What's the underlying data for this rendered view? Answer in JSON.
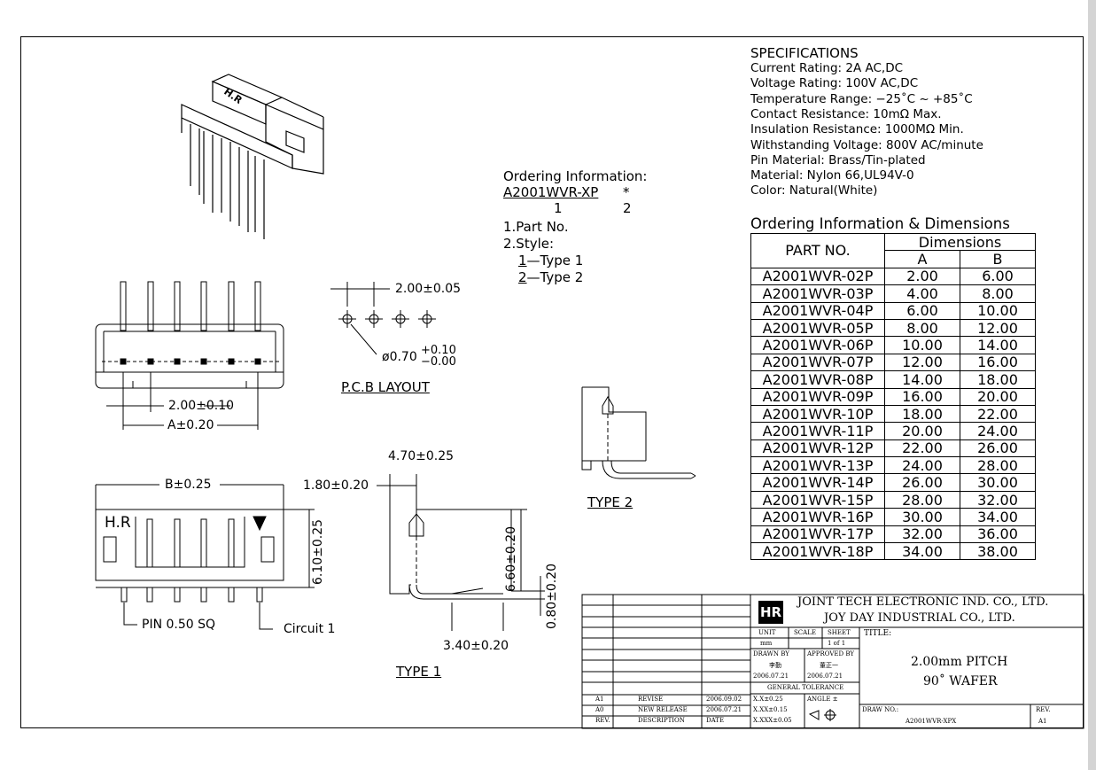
{
  "specs": {
    "title": "SPECIFICATIONS",
    "lines": [
      "Current Rating: 2A AC,DC",
      "Voltage Rating: 100V AC,DC",
      "Temperature Range: −25˚C ~ +85˚C",
      "Contact Resistance: 10mΩ Max.",
      "Insulation Resistance: 1000MΩ Min.",
      "Withstanding Voltage: 800V AC/minute",
      "Pin Material: Brass/Tin-plated",
      "Material: Nylon 66,UL94V-0",
      "Color: Natural(White)"
    ]
  },
  "ordering": {
    "title": "Ordering Information:",
    "code": "A2001WVR-XP",
    "star": "*",
    "n1": "1",
    "n2": "2",
    "l1": "1.Part No.",
    "l2": "2.Style:",
    "s1n": "1",
    "s1t": "—Type 1",
    "s2n": "2",
    "s2t": "—Type 2"
  },
  "table": {
    "title": "Ordering Information & Dimensions",
    "h_part": "PART NO.",
    "h_dim": "Dimensions",
    "h_a": "A",
    "h_b": "B",
    "rows": [
      [
        "A2001WVR-02P",
        "2.00",
        "6.00"
      ],
      [
        "A2001WVR-03P",
        "4.00",
        "8.00"
      ],
      [
        "A2001WVR-04P",
        "6.00",
        "10.00"
      ],
      [
        "A2001WVR-05P",
        "8.00",
        "12.00"
      ],
      [
        "A2001WVR-06P",
        "10.00",
        "14.00"
      ],
      [
        "A2001WVR-07P",
        "12.00",
        "16.00"
      ],
      [
        "A2001WVR-08P",
        "14.00",
        "18.00"
      ],
      [
        "A2001WVR-09P",
        "16.00",
        "20.00"
      ],
      [
        "A2001WVR-10P",
        "18.00",
        "22.00"
      ],
      [
        "A2001WVR-11P",
        "20.00",
        "24.00"
      ],
      [
        "A2001WVR-12P",
        "22.00",
        "26.00"
      ],
      [
        "A2001WVR-13P",
        "24.00",
        "28.00"
      ],
      [
        "A2001WVR-14P",
        "26.00",
        "30.00"
      ],
      [
        "A2001WVR-15P",
        "28.00",
        "32.00"
      ],
      [
        "A2001WVR-16P",
        "30.00",
        "34.00"
      ],
      [
        "A2001WVR-17P",
        "32.00",
        "36.00"
      ],
      [
        "A2001WVR-18P",
        "34.00",
        "38.00"
      ]
    ]
  },
  "dims": {
    "pitch_pcb": "2.00±0.05",
    "hole": "ø0.70",
    "hole_tol_plus": "+0.10",
    "hole_tol_minus": "−0.00",
    "pcb_layout": "P.C.B LAYOUT",
    "pitch_top": "2.00±0.10",
    "a_dim": "A±0.20",
    "b_dim": "B±0.25",
    "d180": "1.80±0.20",
    "d470": "4.70±0.25",
    "d610": "6.10±0.25",
    "d660": "6.60±0.20",
    "d080": "0.80±0.20",
    "d340": "3.40±0.20",
    "pin_sq": "PIN 0.50 SQ",
    "circuit": "Circuit 1",
    "type1": "TYPE 1",
    "type2": "TYPE 2",
    "hr_mark": "H.R"
  },
  "titleblock": {
    "company1": "JOINT TECH ELECTRONIC IND. CO., LTD.",
    "company2": "JOY DAY INDUSTRIAL CO., LTD.",
    "unit_label": "UNIT",
    "scale_label": "SCALE",
    "sheet_label": "SHEET",
    "unit_val": "mm",
    "sheet_val": "1 of 1",
    "title_label": "TITLE:",
    "title1": "2.00mm PITCH",
    "title2": "90˚ WAFER",
    "drawn_by": "DRAWN BY",
    "approved_by": "APPROVED BY",
    "drawn_name": "李勤",
    "approved_name": "董正一",
    "drawn_date": "2006.07.21",
    "approved_date": "2006.07.21",
    "gen_tol": "GENERAL TOLERANCE",
    "tol1": "X.X±0.25",
    "tol2": "X.XX±0.15",
    "tol3": "X.XXX±0.05",
    "angle": "ANGLE ±",
    "draw_no_label": "DRAW NO.:",
    "draw_no": "A2001WVR-XPX",
    "rev_label": "REV.",
    "rev_val": "A1",
    "rev_rows": [
      {
        "rev": "A1",
        "desc": "REVISE",
        "date": "2006.09.02"
      },
      {
        "rev": "A0",
        "desc": "NEW RELEASE",
        "date": "2006.07.21"
      },
      {
        "rev": "REV.",
        "desc": "DESCRIPTION",
        "date": "DATE"
      }
    ],
    "logo": "HR"
  }
}
